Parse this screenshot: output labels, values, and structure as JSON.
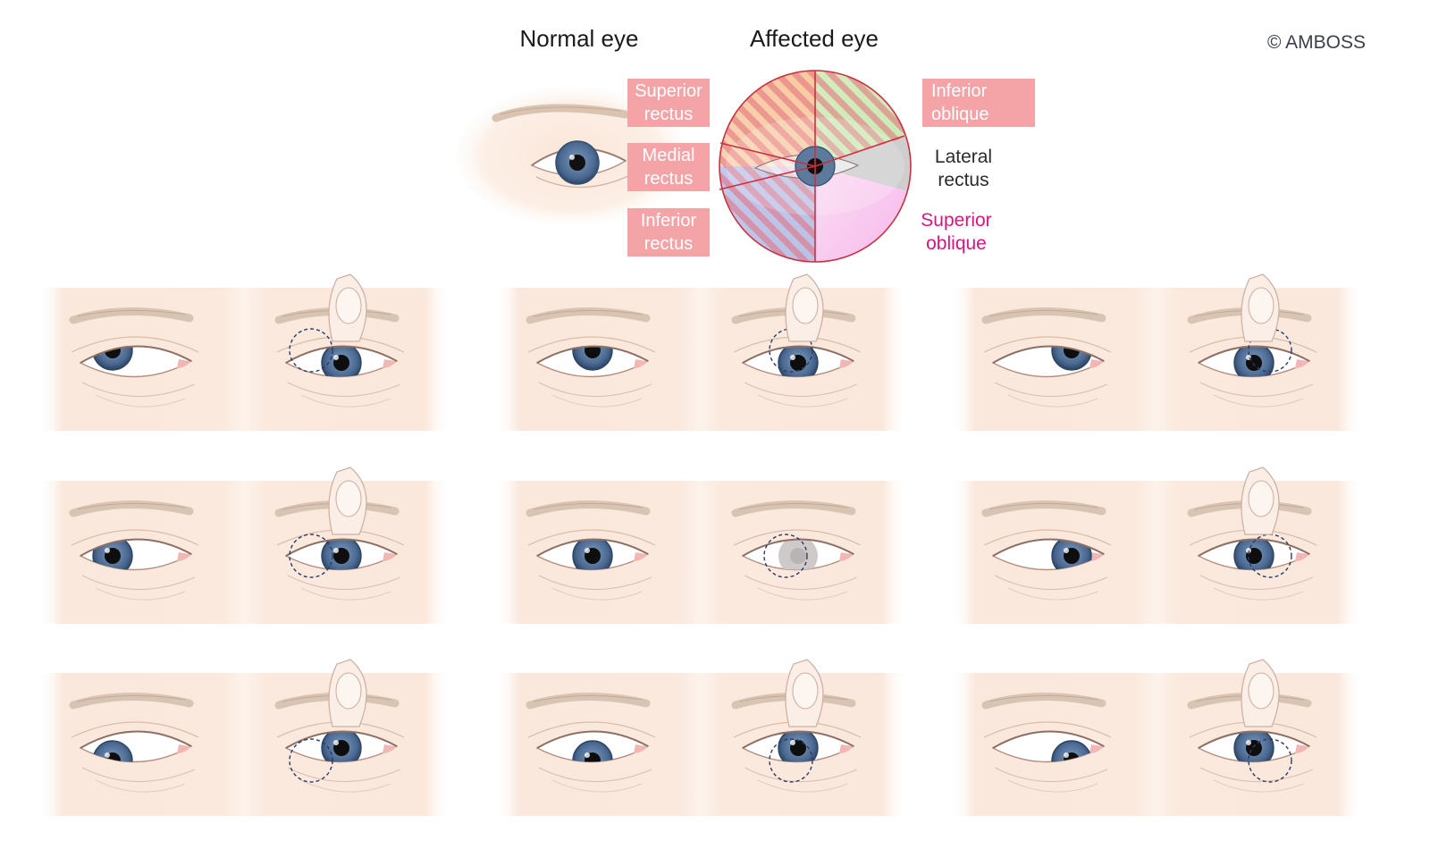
{
  "headers": {
    "normal_eye": "Normal eye",
    "affected_eye": "Affected eye"
  },
  "copyright": "© AMBOSS",
  "muscles": {
    "superior_rectus": [
      "Superior",
      "rectus"
    ],
    "medial_rectus": [
      "Medial",
      "rectus"
    ],
    "inferior_rectus": [
      "Inferior",
      "rectus"
    ],
    "inferior_oblique": [
      "Inferior",
      "oblique"
    ],
    "lateral_rectus": [
      "Lateral",
      "rectus"
    ],
    "superior_oblique": [
      "Superior",
      "oblique"
    ]
  },
  "colors": {
    "label_bg": "#f4a3a6",
    "superior_oblique_text": "#d6177e",
    "iris": "#4f6d93",
    "skin": "#fbe9dd",
    "lid_line": "#c9a898"
  },
  "gaze_panels": [
    {
      "id": "up-right",
      "gx": -1,
      "gy": -1
    },
    {
      "id": "up",
      "gx": 0,
      "gy": -1
    },
    {
      "id": "up-left",
      "gx": 1,
      "gy": -1
    },
    {
      "id": "right",
      "gx": -1,
      "gy": 0
    },
    {
      "id": "primary",
      "gx": 0,
      "gy": 0
    },
    {
      "id": "left",
      "gx": 1,
      "gy": 0
    },
    {
      "id": "down-right",
      "gx": -1,
      "gy": 1
    },
    {
      "id": "down",
      "gx": 0,
      "gy": 1
    },
    {
      "id": "down-left",
      "gx": 1,
      "gy": 1
    }
  ]
}
